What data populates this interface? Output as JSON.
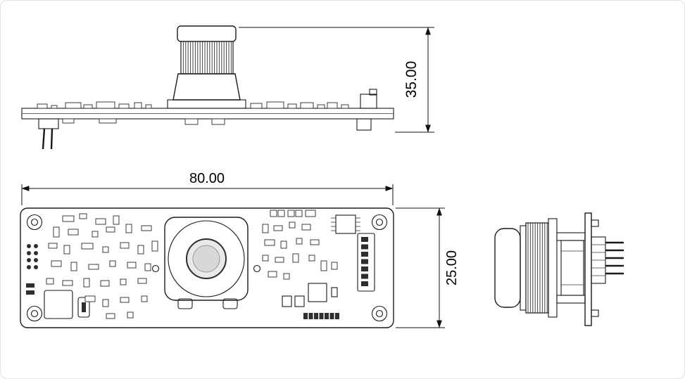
{
  "dimensions": {
    "side_height": "35.00",
    "board_width": "80.00",
    "board_height": "25.00"
  },
  "colors": {
    "line": "#1a1a1a",
    "background": "#ffffff"
  }
}
